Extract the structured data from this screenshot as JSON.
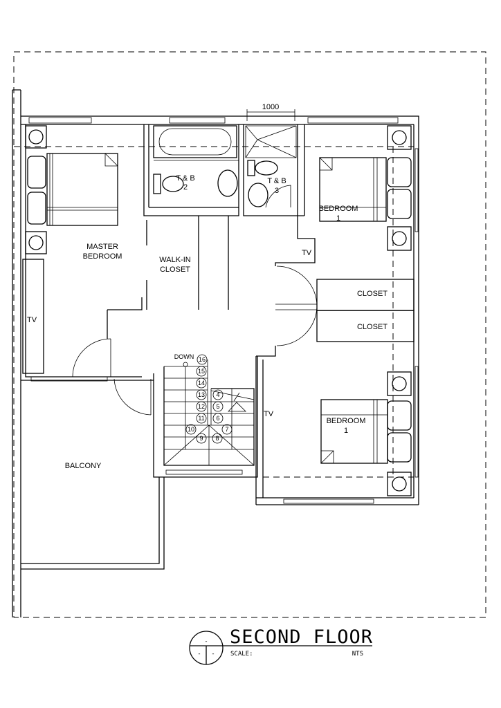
{
  "drawing": {
    "title": "SECOND FLOOR",
    "scale_label": "SCALE:",
    "scale_value": "NTS",
    "symbol_top": "-",
    "symbol_left": "-",
    "symbol_right": "-",
    "dimension": "1000"
  },
  "rooms": {
    "master_bedroom": [
      "MASTER",
      "BEDROOM"
    ],
    "walk_in_closet": [
      "WALK-IN",
      "CLOSET"
    ],
    "tb2": [
      "T & B",
      "2"
    ],
    "tb3": [
      "T & B",
      "3"
    ],
    "bedroom_top": [
      "BEDROOM",
      "1"
    ],
    "bedroom_bottom": [
      "BEDROOM",
      "1"
    ],
    "closet_1": "CLOSET",
    "closet_2": "CLOSET",
    "balcony": "BALCONY",
    "tv_master": "TV",
    "tv_hall": "TV",
    "tv_bedroom": "TV"
  },
  "stairs": {
    "label": "DOWN",
    "steps": [
      "4",
      "5",
      "6",
      "7",
      "8",
      "9",
      "10",
      "11",
      "12",
      "13",
      "14",
      "15",
      "16"
    ]
  }
}
